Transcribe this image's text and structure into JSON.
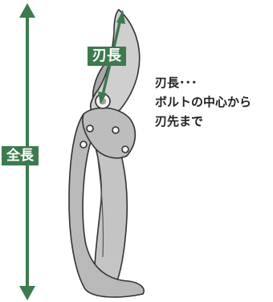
{
  "labels": {
    "total_length": "全長",
    "blade_length": "刃長"
  },
  "note": {
    "line1": "刃長･･･",
    "line2": "ボルトの中心から",
    "line3": "刃先まで"
  },
  "colors": {
    "accent": "#3d7a4e",
    "tool_fill": "#b9b9b9",
    "tool_outline": "#333333",
    "text": "#222222"
  },
  "icons": [
    "pruning-shears-illustration",
    "double-arrow-icon",
    "bolt-icon"
  ]
}
